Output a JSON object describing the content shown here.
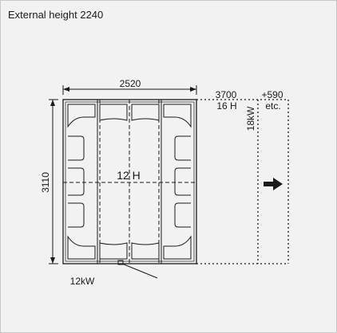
{
  "title": "External height 2240",
  "dimensions": {
    "width": "2520",
    "depth": "3110",
    "extension_length": "3700",
    "extension_extra": "+590"
  },
  "labels": {
    "main_module": "12 H",
    "extension_module": "16 H",
    "extension_power": "18kW",
    "extension_note": "etc.",
    "main_power": "12kW"
  },
  "icons": {
    "direction": "arrow-right-icon"
  },
  "colors": {
    "background": "#f2f2f2",
    "line": "#1a1a1a",
    "border": "#c8c8c8"
  }
}
